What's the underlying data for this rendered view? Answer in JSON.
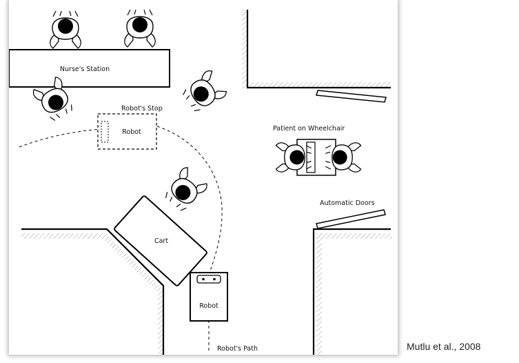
{
  "diagram": {
    "labels": {
      "nurses_station": "Nurse's Station",
      "robots_stop": "Robot's Stop",
      "robot_at_stop": "Robot",
      "patient": "Patient on Wheelchair",
      "automatic_doors": "Automatic Doors",
      "cart": "Cart",
      "robot_on_path": "Robot",
      "robots_path": "Robot's Path"
    }
  },
  "citation": "Mutlu et al., 2008"
}
